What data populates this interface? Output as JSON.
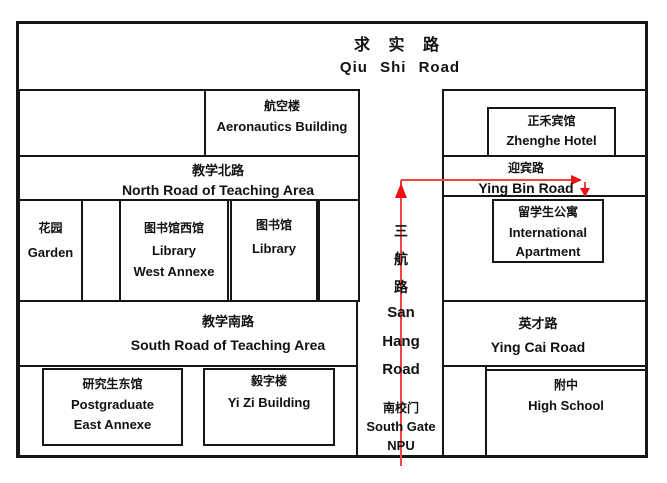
{
  "map": {
    "top_road": {
      "zh": "求 实 路",
      "en": "Qiu Shi Road"
    },
    "left": {
      "aeronautics": {
        "zh": "航空楼",
        "en": "Aeronautics Building"
      },
      "north_road": {
        "zh": "教学北路",
        "en": "North Road of Teaching Area"
      },
      "garden": {
        "zh": "花园",
        "en": "Garden"
      },
      "library_west_annexe": {
        "zh": "图书馆西馆",
        "en_line1": "Library",
        "en_line2": "West Annexe"
      },
      "library": {
        "zh": "图书馆",
        "en": "Library"
      },
      "south_road": {
        "zh": "教学南路",
        "en": "South Road of Teaching Area"
      },
      "postgraduate_east_annexe": {
        "zh": "研究生东馆",
        "en_line1": "Postgraduate",
        "en_line2": "East Annexe"
      },
      "yizi_building": {
        "zh": "毅字楼",
        "en": "Yi Zi Building"
      }
    },
    "center": {
      "san_hang_road": {
        "zh1": "三",
        "zh2": "航",
        "zh3": "路",
        "en1": "San",
        "en2": "Hang",
        "en3": "Road"
      },
      "south_gate": {
        "zh": "南校门",
        "en_line1": "South Gate",
        "en_line2": "NPU"
      }
    },
    "right": {
      "zhenghe_hotel": {
        "zh": "正禾宾馆",
        "en": "Zhenghe Hotel"
      },
      "yingbin_road": {
        "zh": "迎宾路",
        "en": "Ying Bin Road"
      },
      "international_apartment": {
        "zh": "留学生公寓",
        "en_line1": "International",
        "en_line2": "Apartment"
      },
      "yingcai_road": {
        "zh": "英才路",
        "en": "Ying Cai Road"
      },
      "high_school": {
        "zh": "附中",
        "en": "High School"
      }
    },
    "route_color": "#f30f0f",
    "line_color": "#161616",
    "background_color": "#ffffff"
  }
}
